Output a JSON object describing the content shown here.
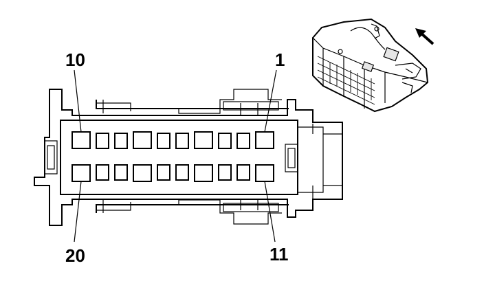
{
  "labels": {
    "top_left": "10",
    "top_right": "1",
    "bottom_left": "20",
    "bottom_right": "11"
  },
  "icons": {
    "view_arrow": "arrow-up-left-icon",
    "inset": "connector-3d-view-icon"
  }
}
